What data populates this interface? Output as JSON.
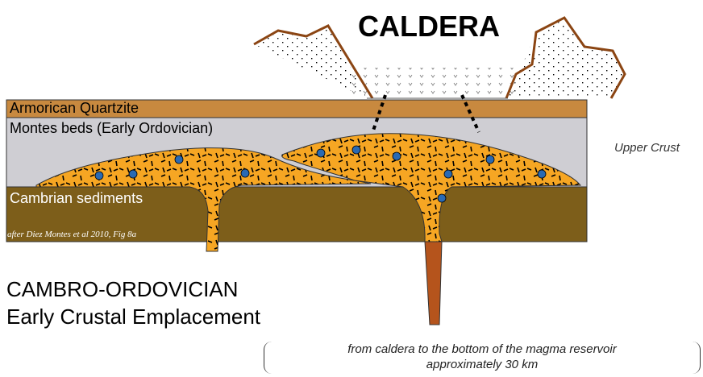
{
  "diagram": {
    "title": "CALDERA",
    "layers": {
      "armorican": "Armorican Quartzite",
      "montes": "Montes beds (Early Ordovician)",
      "cambrian": "Cambrian sediments"
    },
    "upper_crust": "Upper Crust",
    "citation": "after Diez Montes et al 2010, Fig 8a",
    "heading_line1": "CAMBRO-ORDOVICIAN",
    "heading_line2": "Early Crustal Emplacement",
    "note_line1": "from caldera to the bottom of the magma reservoir",
    "note_line2": "approximately 30 km",
    "colors": {
      "armorican": "#c8893f",
      "montes": "#cfced3",
      "cambrian": "#7d5e1a",
      "magma": "#f6a623",
      "feeder": "#b5541c",
      "caldera_rim": "#8b4513",
      "blue_dots": "#2a6ab3"
    }
  }
}
